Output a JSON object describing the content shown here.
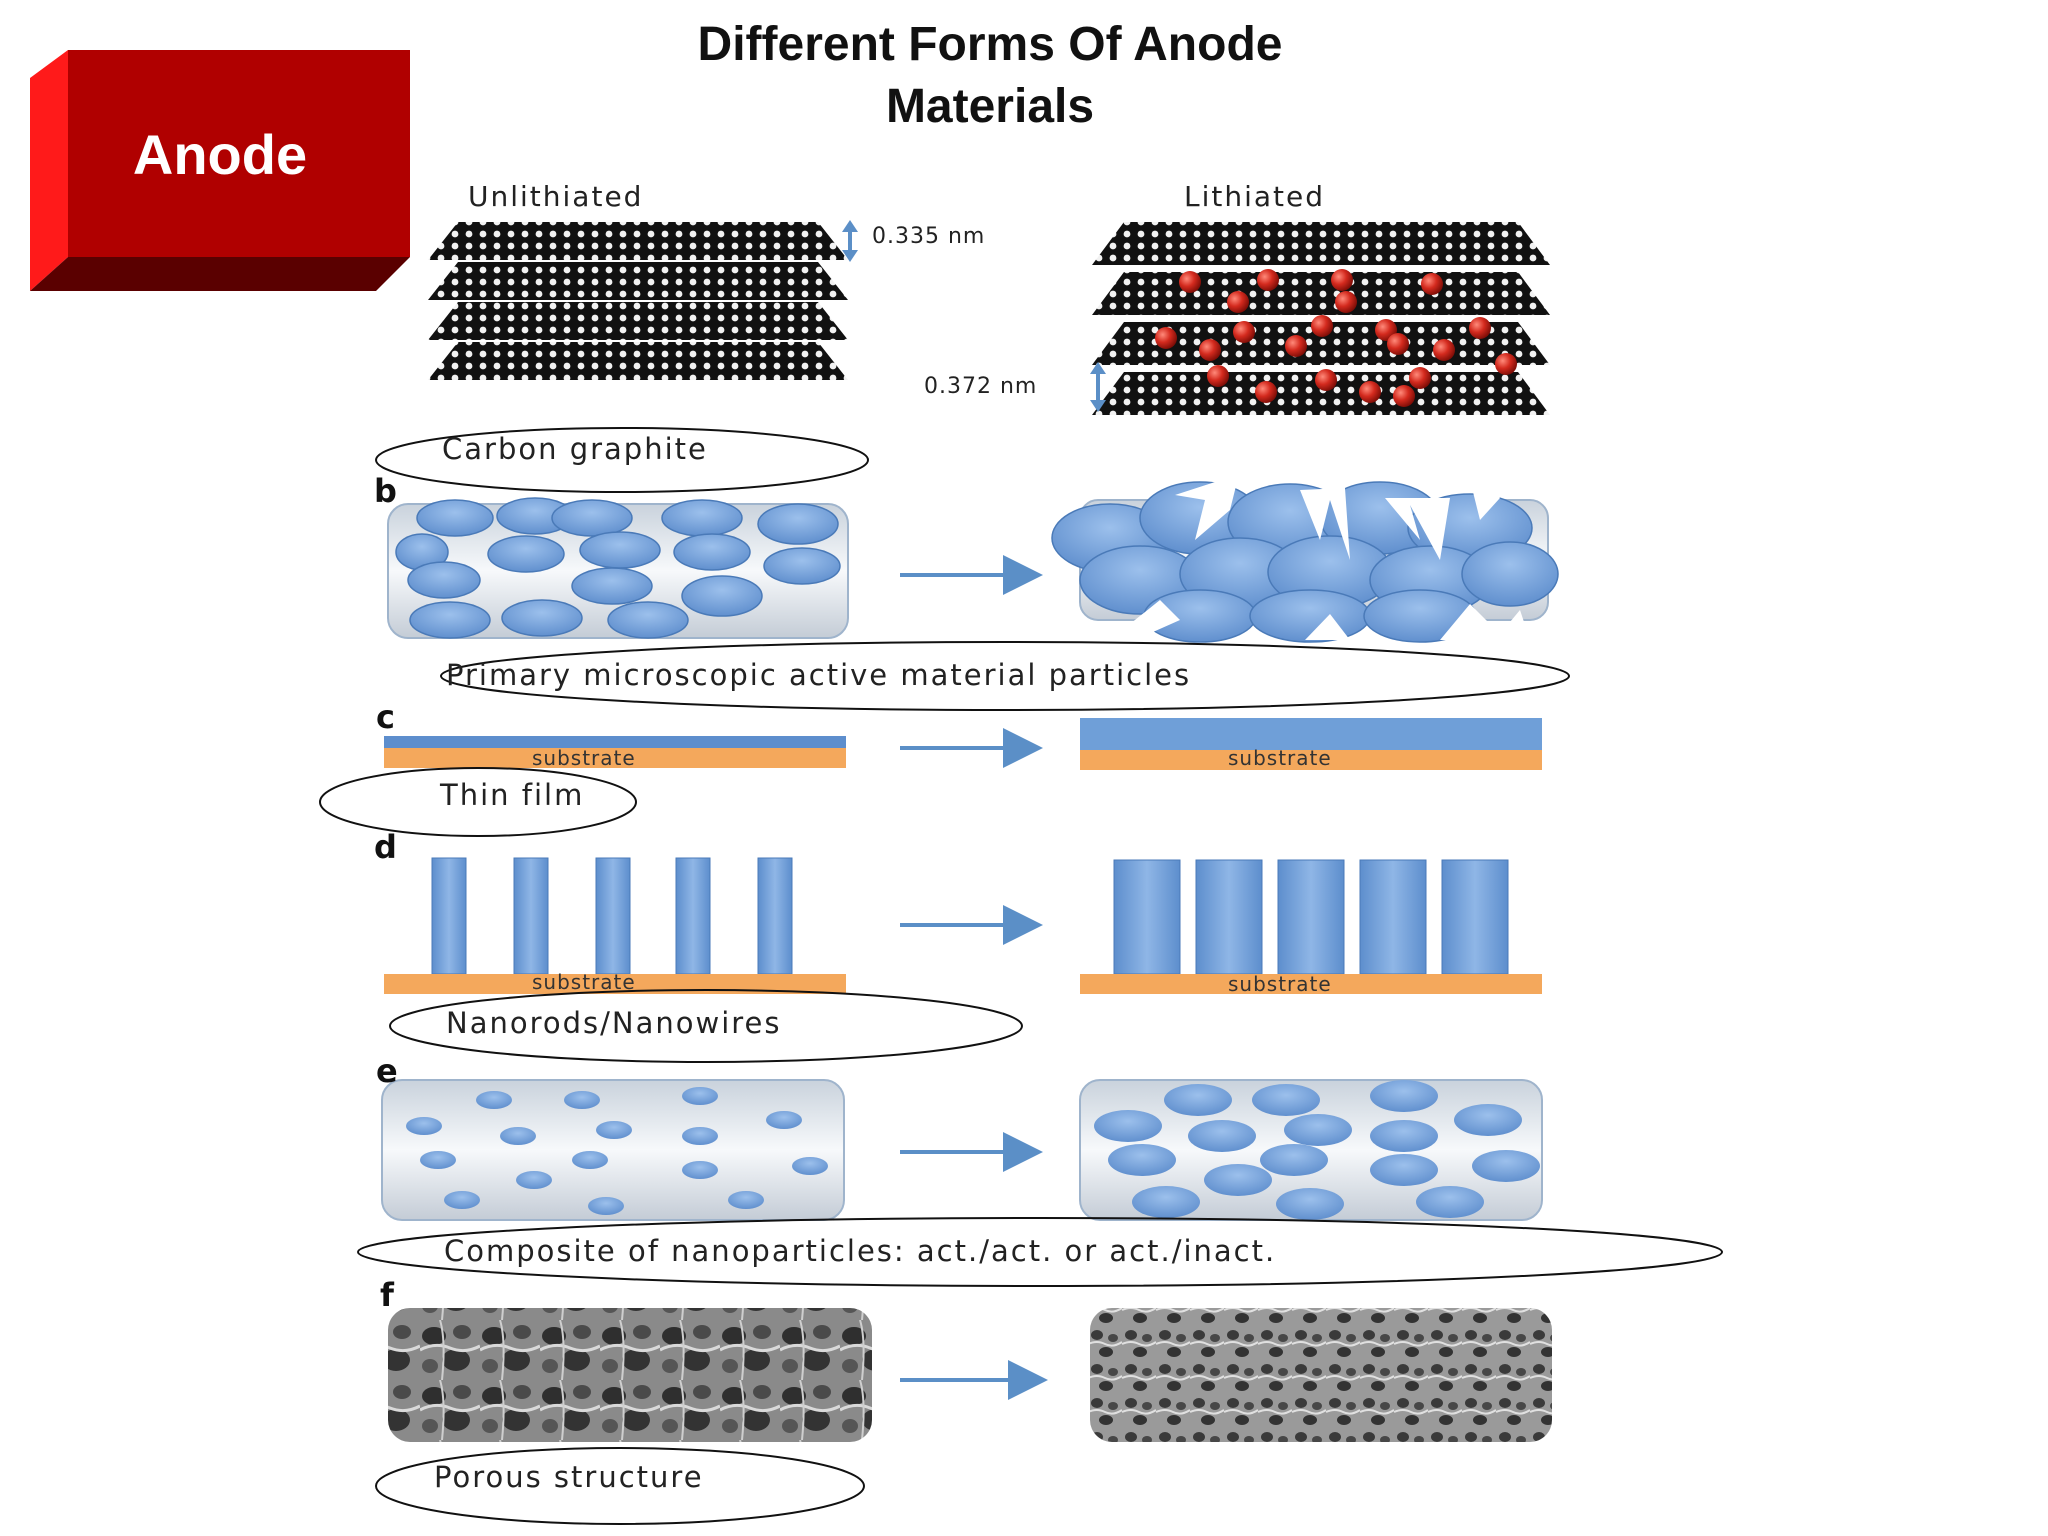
{
  "slide": {
    "title_line1": "Different Forms Of Anode",
    "title_line2": "Materials",
    "badge": "Anode"
  },
  "figure": {
    "headers": {
      "left": "Unlithiated",
      "right": "Lithiated"
    },
    "measures": {
      "gap_unlithiated": "0.335 nm",
      "gap_lithiated": "0.372 nm"
    },
    "substrate": "substrate",
    "sections": [
      {
        "letter": "",
        "caption": "Carbon graphite"
      },
      {
        "letter": "b",
        "caption": "Primary microscopic active material particles"
      },
      {
        "letter": "c",
        "caption": "Thin film"
      },
      {
        "letter": "d",
        "caption": "Nanorods/Nanowires"
      },
      {
        "letter": "e",
        "caption": "Composite of nanoparticles: act./act. or act./inact."
      },
      {
        "letter": "f",
        "caption": "Porous structure"
      }
    ]
  },
  "colors": {
    "badge_front": "#b00000",
    "badge_side": "#ff1a1a",
    "badge_bottom": "#5a0000",
    "particle_blue": "#6f9fd8",
    "substrate_orange": "#f4a85c",
    "lithium_red": "#d42a1e",
    "arrow_blue": "#5b8fc7"
  }
}
